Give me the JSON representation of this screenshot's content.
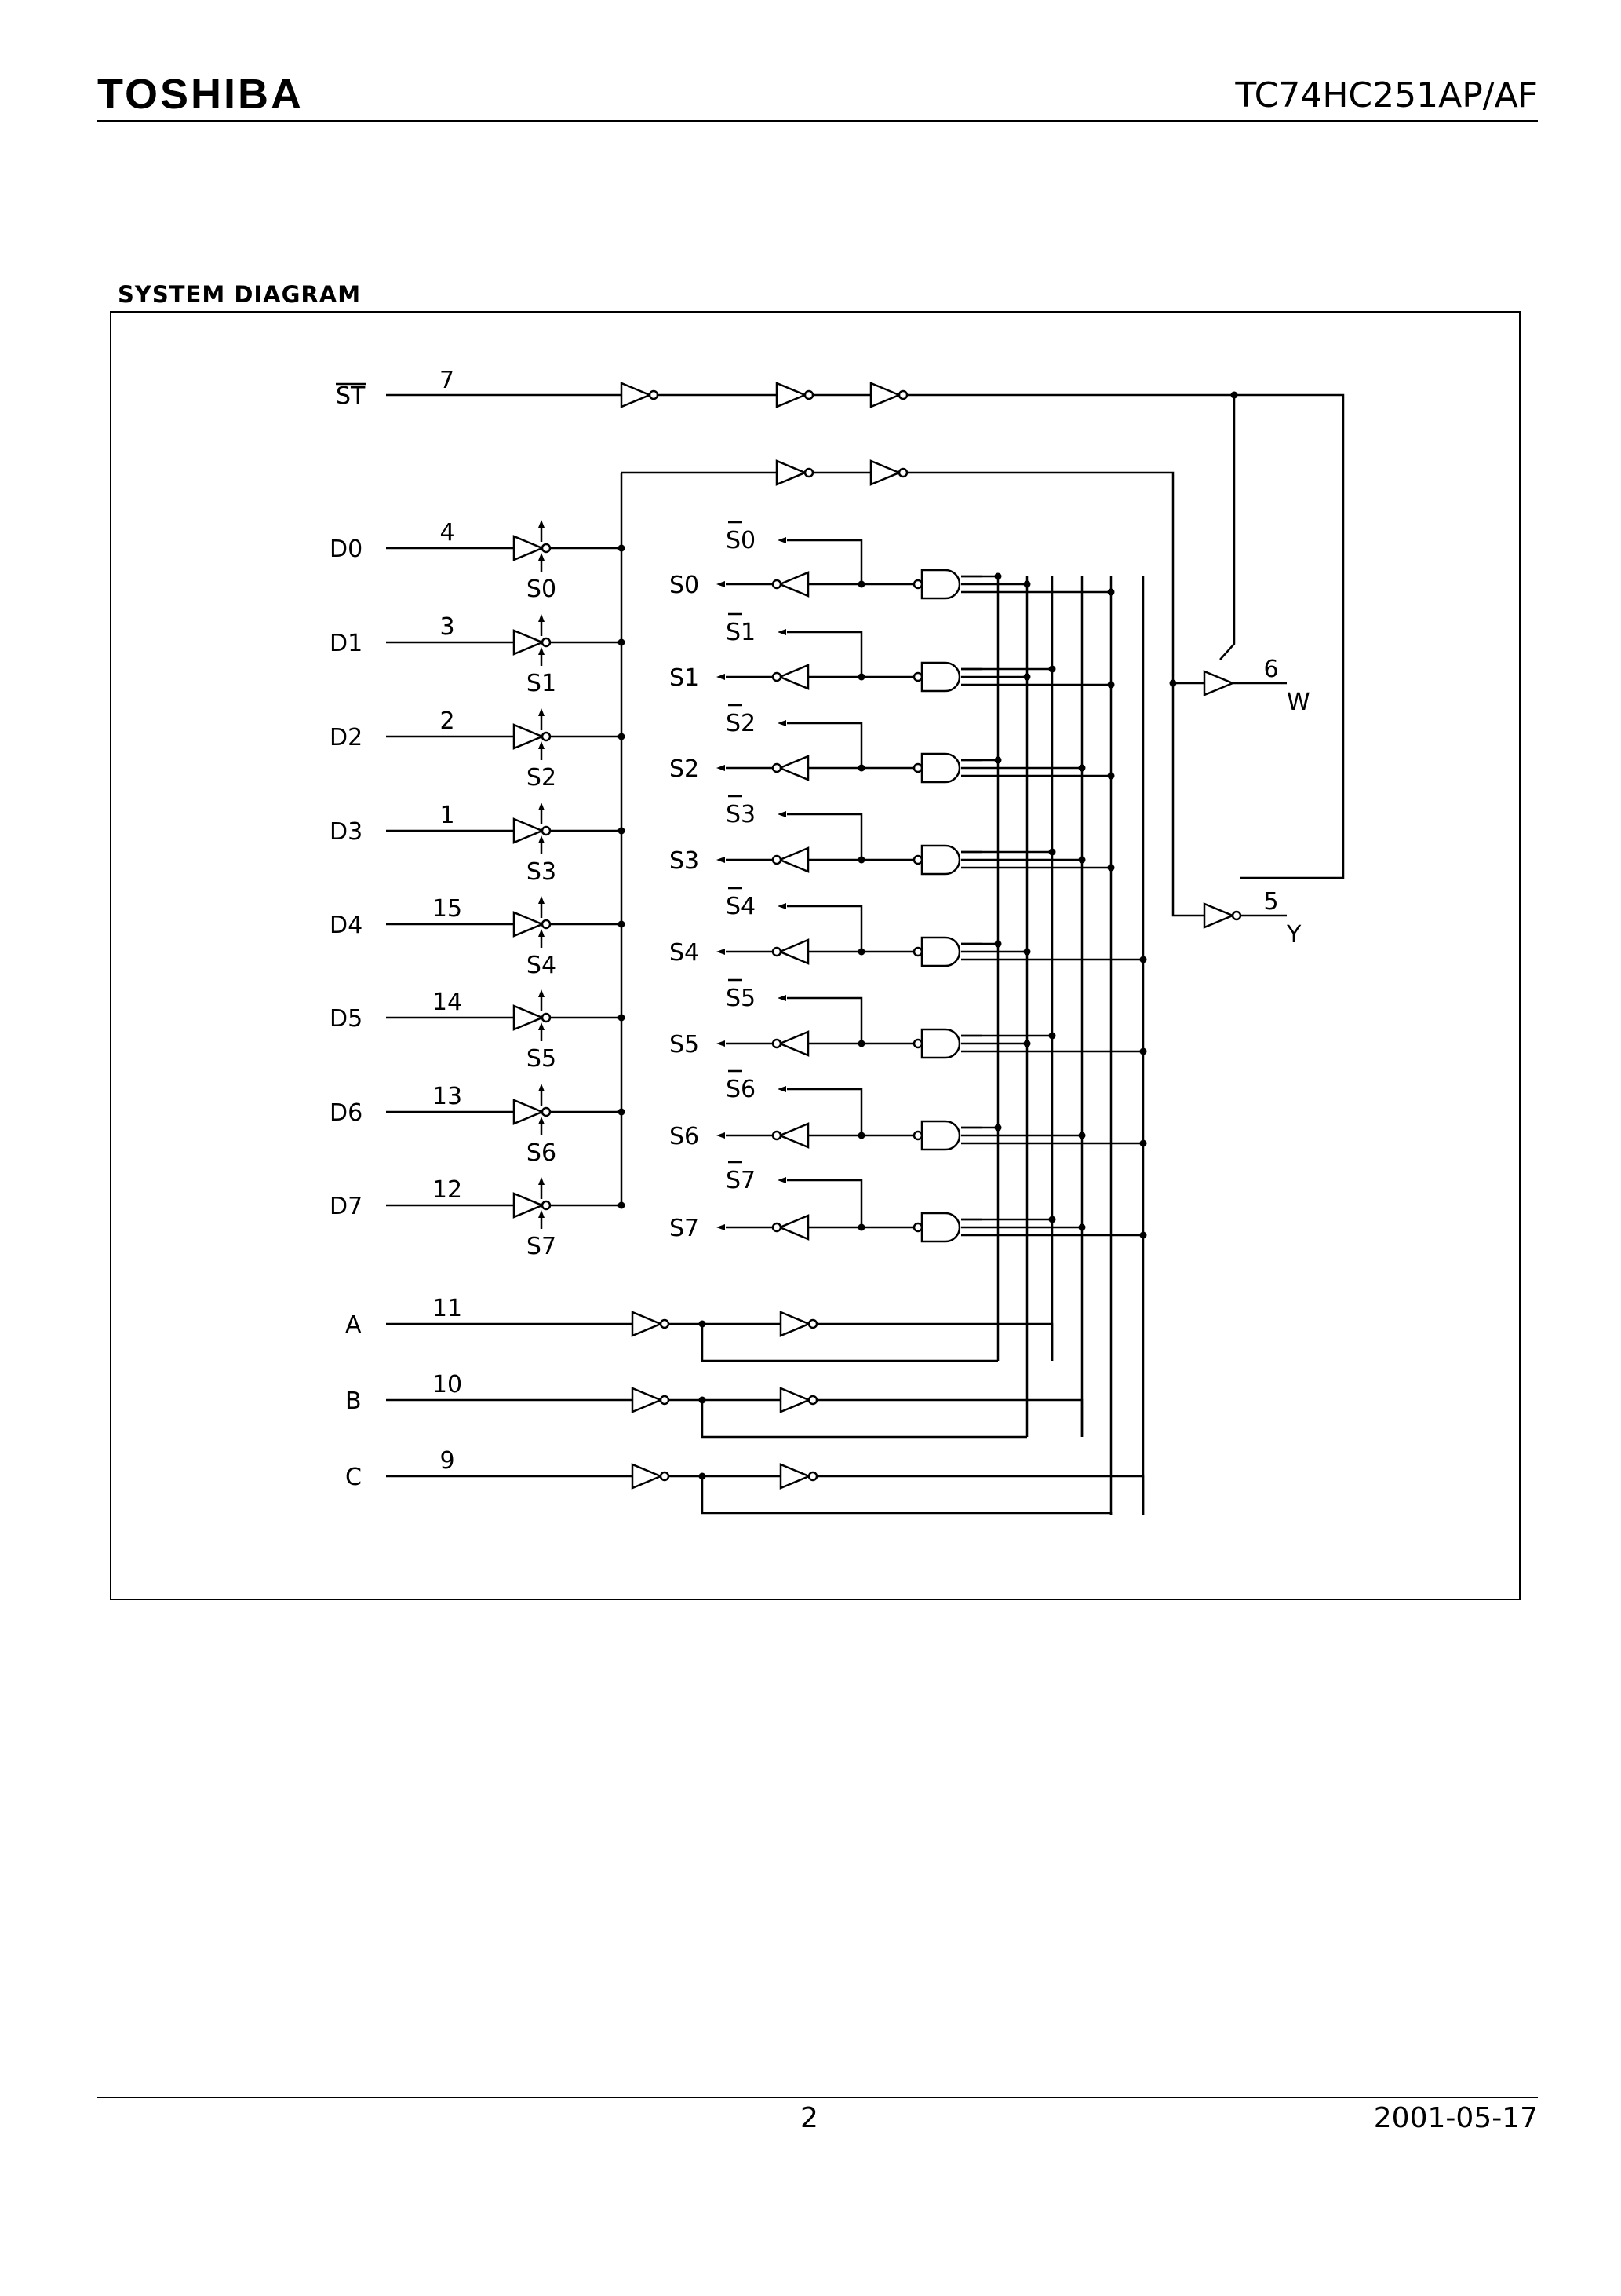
{
  "header": {
    "logo": "TOSHIBA",
    "part_number": "TC74HC251AP/AF"
  },
  "section_title": "SYSTEM DIAGRAM",
  "diagram": {
    "strobe": {
      "label": "ST",
      "pin": "7"
    },
    "data_inputs": [
      {
        "label": "D0",
        "pin": "4",
        "select": "S0"
      },
      {
        "label": "D1",
        "pin": "3",
        "select": "S1"
      },
      {
        "label": "D2",
        "pin": "2",
        "select": "S2"
      },
      {
        "label": "D3",
        "pin": "1",
        "select": "S3"
      },
      {
        "label": "D4",
        "pin": "15",
        "select": "S4"
      },
      {
        "label": "D5",
        "pin": "14",
        "select": "S5"
      },
      {
        "label": "D6",
        "pin": "13",
        "select": "S6"
      },
      {
        "label": "D7",
        "pin": "12",
        "select": "S7"
      }
    ],
    "select_lines": [
      {
        "label": "S0",
        "bar_label": "S0"
      },
      {
        "label": "S1",
        "bar_label": "S1"
      },
      {
        "label": "S2",
        "bar_label": "S2"
      },
      {
        "label": "S3",
        "bar_label": "S3"
      },
      {
        "label": "S4",
        "bar_label": "S4"
      },
      {
        "label": "S5",
        "bar_label": "S5"
      },
      {
        "label": "S6",
        "bar_label": "S6"
      },
      {
        "label": "S7",
        "bar_label": "S7"
      }
    ],
    "address_inputs": [
      {
        "label": "A",
        "pin": "11"
      },
      {
        "label": "B",
        "pin": "10"
      },
      {
        "label": "C",
        "pin": "9"
      }
    ],
    "outputs": [
      {
        "label": "W",
        "pin": "6"
      },
      {
        "label": "Y",
        "pin": "5"
      }
    ]
  },
  "footer": {
    "page_number": "2",
    "date": "2001-05-17"
  }
}
